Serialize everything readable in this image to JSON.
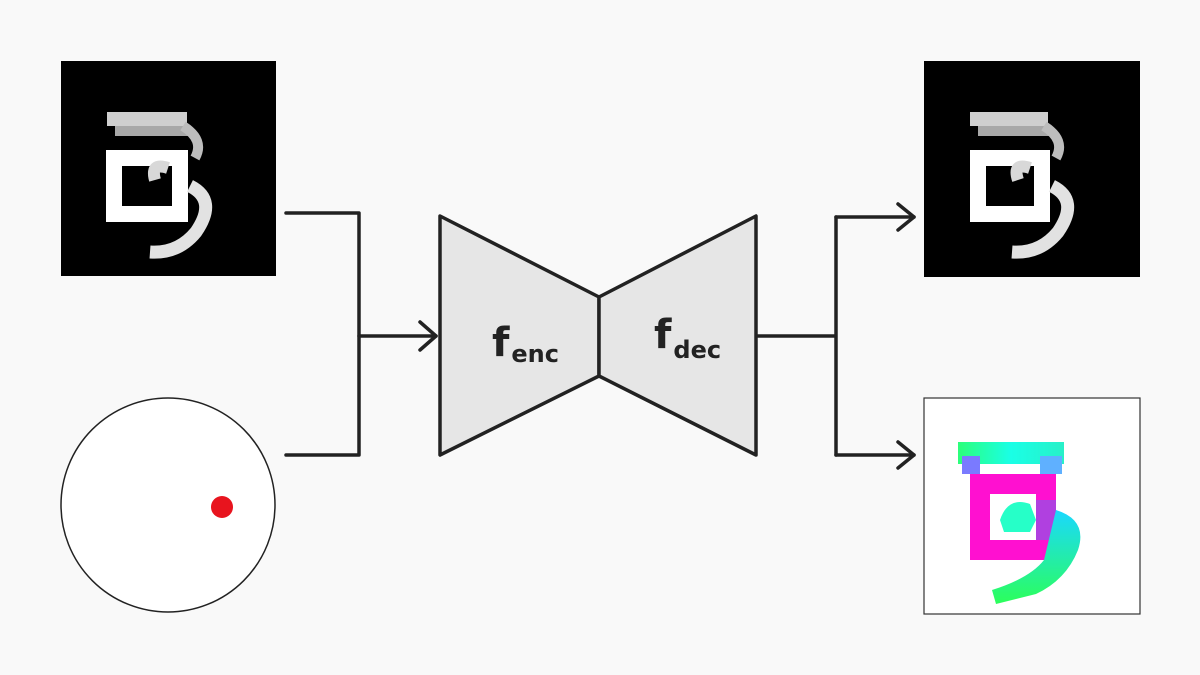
{
  "encoder": {
    "symbol": "f",
    "subscript": "enc"
  },
  "decoder": {
    "symbol": "f",
    "subscript": "dec"
  },
  "colors": {
    "wire": "#222222",
    "block_fill": "#e6e6e6",
    "dot": "#e8141e",
    "magenta": "#ff10d0",
    "cyan": "#1affe0",
    "green": "#24ff6a",
    "blue": "#6464ff"
  },
  "icons": [
    "input-digit-image",
    "phase-circle-icon",
    "output-digit-image",
    "output-colored-digit-image",
    "arrow-icon"
  ]
}
